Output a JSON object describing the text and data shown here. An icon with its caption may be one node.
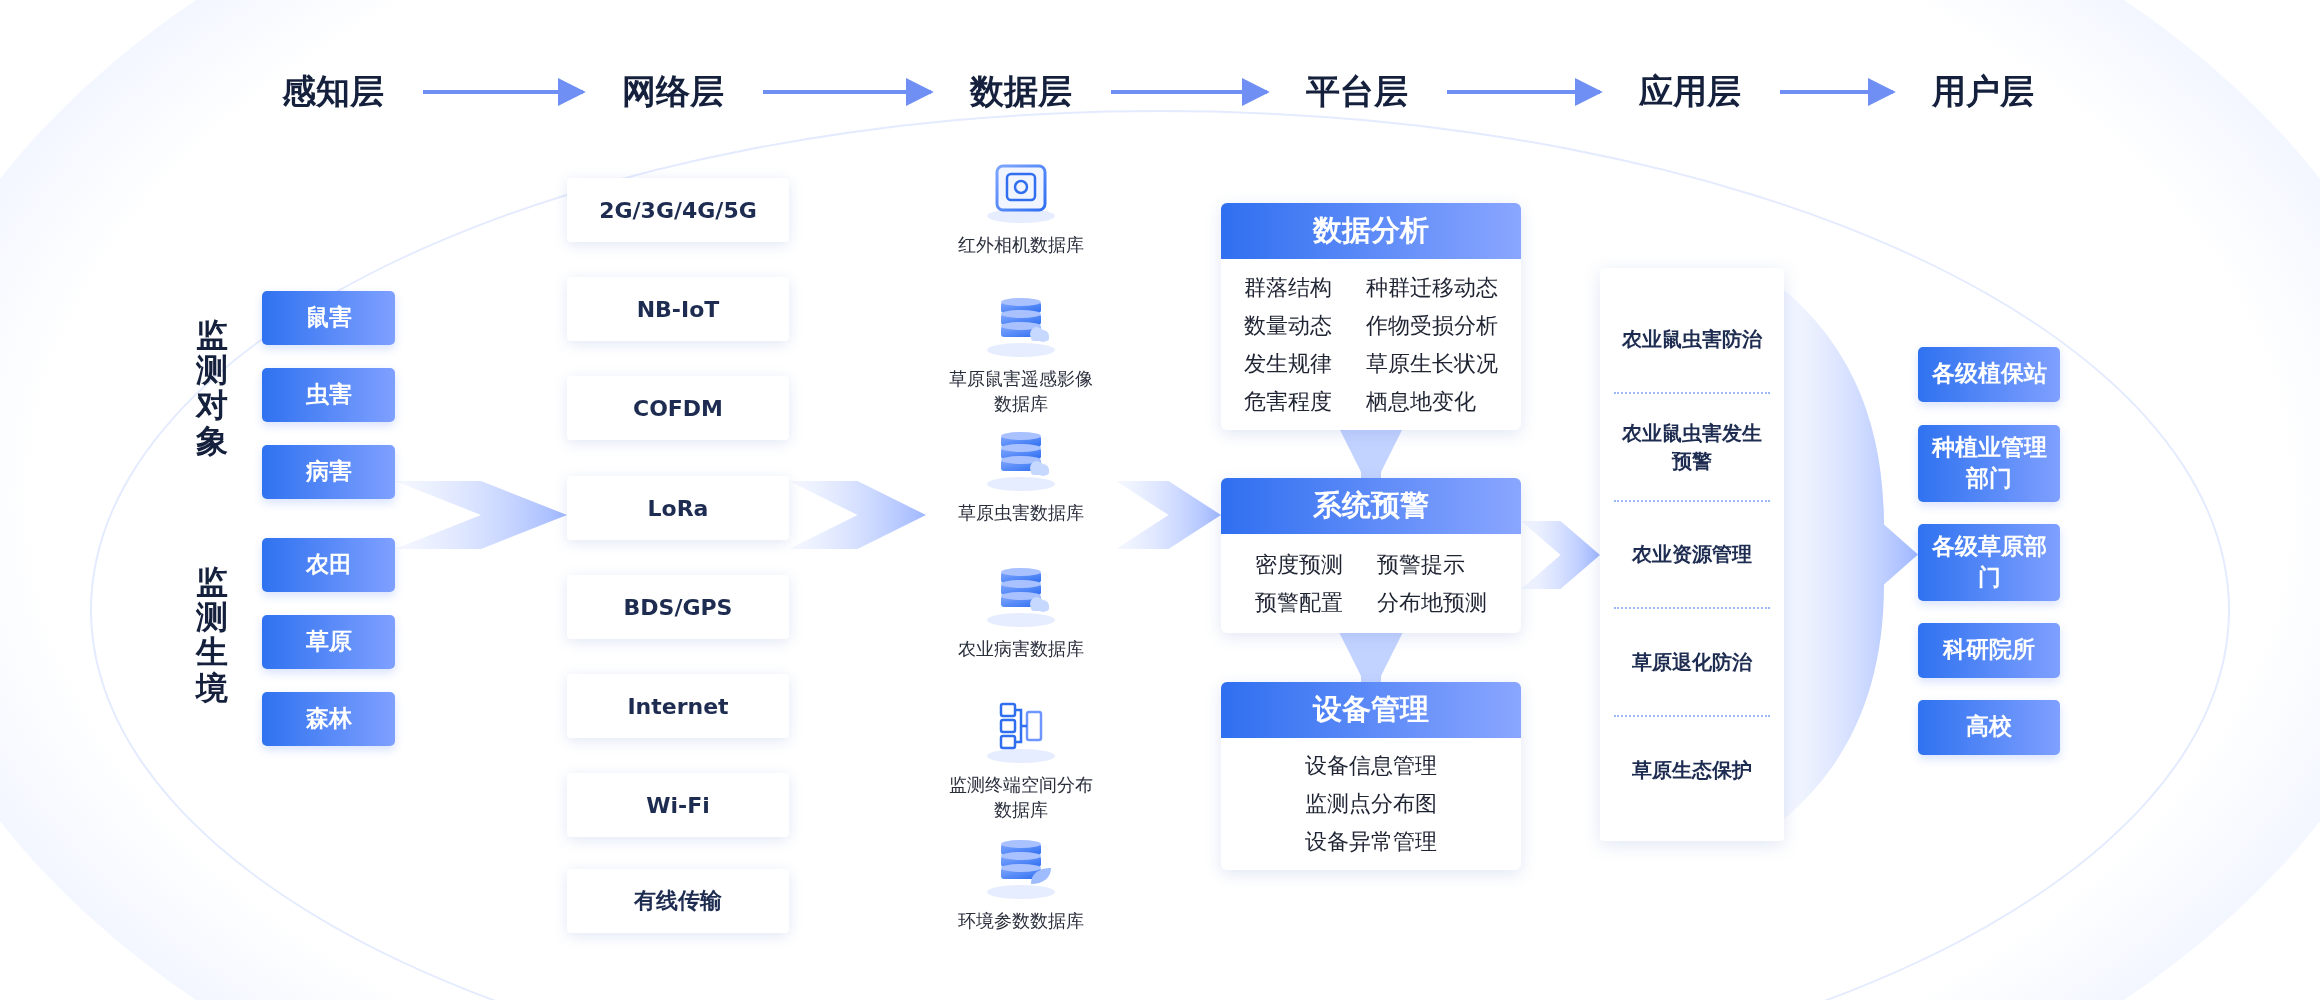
{
  "diagram": {
    "nodes": [
      {
        "text": [
          "感知层"
        ]
      },
      {
        "text": [
          "网络层"
        ]
      },
      {
        "text": [
          "数据层"
        ]
      },
      {
        "text": [
          "平台层"
        ]
      },
      {
        "text": [
          "应用层"
        ]
      },
      {
        "text": [
          "用户层"
        ]
      },
      {
        "text": [
          "鼠害"
        ]
      },
      {
        "text": [
          "虫害"
        ]
      },
      {
        "text": [
          "病害"
        ]
      },
      {
        "text": [
          "农田"
        ]
      },
      {
        "text": [
          "草原"
        ]
      },
      {
        "text": [
          "森林"
        ]
      },
      {
        "text": [
          "2G/3G/4G/5G"
        ]
      },
      {
        "text": [
          "NB-IoT"
        ]
      },
      {
        "text": [
          "COFDM"
        ]
      },
      {
        "text": [
          "LoRa"
        ]
      },
      {
        "text": [
          "BDS/GPS"
        ]
      },
      {
        "text": [
          "Internet"
        ]
      },
      {
        "text": [
          "Wi-Fi"
        ]
      },
      {
        "text": [
          "有线传输"
        ]
      },
      {
        "text": [
          "红外相机数据库"
        ]
      },
      {
        "text": [
          "草原鼠害遥感影像数据库"
        ]
      },
      {
        "text": [
          "草原虫害数据库"
        ]
      },
      {
        "text": [
          "农业病害数据库"
        ]
      },
      {
        "text": [
          "监测终端空间分布数据库"
        ]
      },
      {
        "text": [
          "环境参数数据库"
        ]
      },
      {
        "text": [
          "数据分析",
          "群落结构",
          "种群迁移动态",
          "数量动态",
          "作物受损分析",
          "发生规律",
          "草原生长状况",
          "危害程度",
          "栖息地变化"
        ]
      },
      {
        "text": [
          "系统预警",
          "密度预测",
          "预警提示",
          "预警配置",
          "分布地预测"
        ]
      },
      {
        "text": [
          "设备管理",
          "设备信息管理",
          "监测点分布图",
          "设备异常管理"
        ]
      },
      {
        "text": [
          "农业鼠虫害防治",
          "农业鼠虫害发生预警",
          "农业资源管理",
          "草原退化防治",
          "草原生态保护"
        ]
      },
      {
        "text": [
          "各级植保站"
        ]
      },
      {
        "text": [
          "种植业管理部门"
        ]
      },
      {
        "text": [
          "各级草原部门"
        ]
      },
      {
        "text": [
          "科研院所"
        ]
      },
      {
        "text": [
          "高校"
        ]
      }
    ],
    "edges": [
      {
        "from": 0,
        "to": 1,
        "arrow": "to"
      },
      {
        "from": 1,
        "to": 2,
        "arrow": "to"
      },
      {
        "from": 2,
        "to": 3,
        "arrow": "to"
      },
      {
        "from": 3,
        "to": 4,
        "arrow": "to"
      },
      {
        "from": 4,
        "to": 5,
        "arrow": "to"
      },
      {
        "from": 26,
        "to": 27,
        "arrow": "to",
        "style": "thick"
      },
      {
        "from": 27,
        "to": 28,
        "arrow": "to",
        "style": "thick"
      },
      {
        "from": 8,
        "to": 15,
        "arrow": "to",
        "style": "thick"
      },
      {
        "from": 15,
        "to": 22,
        "arrow": "to",
        "style": "thick"
      },
      {
        "from": 22,
        "to": 27,
        "arrow": "to",
        "style": "thick"
      },
      {
        "from": 27,
        "to": 29,
        "arrow": "to",
        "style": "thick"
      },
      {
        "from": 29,
        "to": 32,
        "arrow": "to",
        "style": "thick"
      }
    ],
    "labels": [
      "监测对象",
      "监测生境"
    ]
  }
}
